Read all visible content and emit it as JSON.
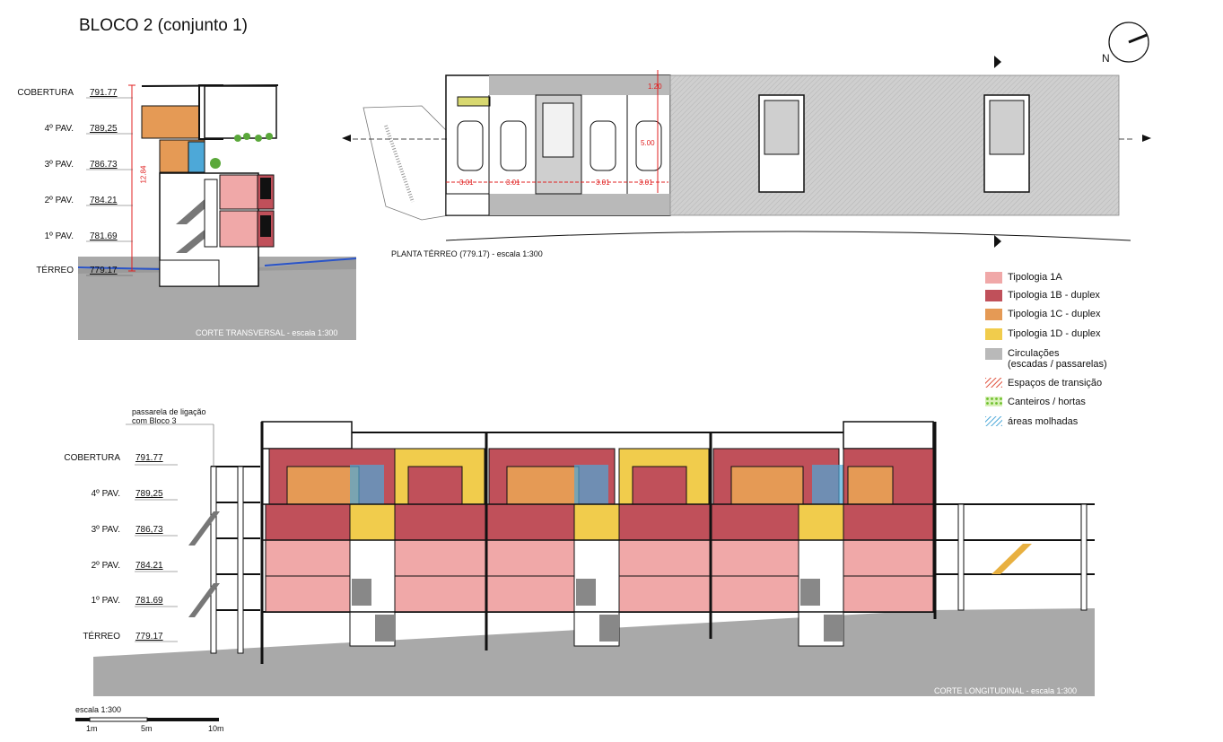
{
  "title": "BLOCO 2 (conjunto 1)",
  "north": "N",
  "transversal": {
    "caption": "CORTE TRANSVERSAL - escala 1:300",
    "height_label": "12.84",
    "levels": [
      {
        "name": "COBERTURA",
        "value": "791.77"
      },
      {
        "name": "4º PAV.",
        "value": "789,25"
      },
      {
        "name": "3º PAV.",
        "value": "786.73"
      },
      {
        "name": "2º PAV.",
        "value": "784.21"
      },
      {
        "name": "1º PAV.",
        "value": "781.69"
      },
      {
        "name": "TÉRREO",
        "value": "779.17"
      }
    ]
  },
  "plan": {
    "caption": "PLANTA TÉRREO (779.17) - escala 1:300",
    "dim_top": "1.20",
    "dim_side": "5.00",
    "spacing_labels": [
      "3.01",
      "3.01",
      "3.01",
      "3.01"
    ]
  },
  "legend": {
    "colors": {
      "tipologia_1a": "#f0a8a8",
      "tipologia_1b": "#c0505a",
      "tipologia_1c": "#e59a55",
      "tipologia_1d": "#f1cc4c",
      "circulacoes": "#b9b9b9",
      "transicao": "#e0503c",
      "canteiros": "#8ecf3a",
      "molhadas": "#4da8d8"
    },
    "items": [
      {
        "label": "Tipologia 1A"
      },
      {
        "label": "Tipologia 1B - duplex"
      },
      {
        "label": "Tipologia 1C - duplex"
      },
      {
        "label": "Tipologia 1D - duplex"
      },
      {
        "label": "Circulações"
      },
      {
        "label": "Espaços de transição"
      },
      {
        "label": "Canteiros / hortas"
      },
      {
        "label": "áreas molhadas"
      }
    ],
    "circulacoes_note": "(escadas / passarelas)"
  },
  "longitudinal": {
    "caption": "CORTE LONGITUDINAL - escala 1:300",
    "passarela_line1": "passarela de ligação",
    "passarela_line2": "com Bloco 3",
    "levels": [
      {
        "name": "COBERTURA",
        "value": "791.77"
      },
      {
        "name": "4º PAV.",
        "value": "789,25"
      },
      {
        "name": "3º PAV.",
        "value": "786,73"
      },
      {
        "name": "2º PAV.",
        "value": "784.21"
      },
      {
        "name": "1º PAV.",
        "value": "781.69"
      },
      {
        "name": "TÉRREO",
        "value": "779.17"
      }
    ]
  },
  "scale_bar": {
    "label": "escala 1:300",
    "ticks": [
      "1m",
      "5m",
      "10m"
    ]
  }
}
